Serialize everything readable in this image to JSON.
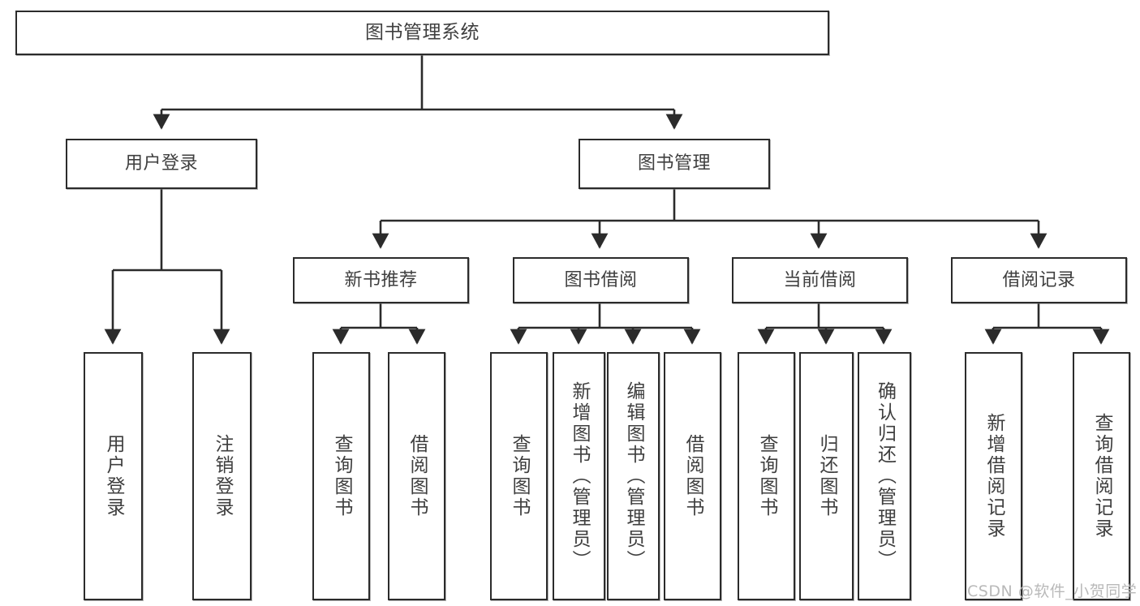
{
  "diagram": {
    "title": "图书管理系统",
    "type": "tree-hierarchy-chart",
    "watermark": "CSDN @软件_小贺同学",
    "colors": {
      "border": "#2b2b2b",
      "text": "#3f3f3f",
      "background": "#ffffff",
      "watermark": "#b9b9b9"
    }
  },
  "nodes": {
    "root": {
      "label": "图书管理系统"
    },
    "level2": [
      {
        "id": "user-login",
        "label": "用户登录"
      },
      {
        "id": "book-management",
        "label": "图书管理"
      }
    ],
    "level3": [
      {
        "id": "new-book-recommend",
        "label": "新书推荐"
      },
      {
        "id": "book-borrow",
        "label": "图书借阅"
      },
      {
        "id": "current-borrow",
        "label": "当前借阅"
      },
      {
        "id": "borrow-record",
        "label": "借阅记录"
      }
    ],
    "leaves": {
      "user-login": [
        {
          "id": "leaf-user-login",
          "label": "用户登录"
        },
        {
          "id": "leaf-user-logout",
          "label": "注销登录"
        }
      ],
      "new-book-recommend": [
        {
          "id": "leaf-query-book-1",
          "label": "查询图书"
        },
        {
          "id": "leaf-borrow-book-1",
          "label": "借阅图书"
        }
      ],
      "book-borrow": [
        {
          "id": "leaf-query-book-2",
          "label": "查询图书"
        },
        {
          "id": "leaf-add-book",
          "label": "新增图书（管理员）"
        },
        {
          "id": "leaf-edit-book",
          "label": "编辑图书（管理员）"
        },
        {
          "id": "leaf-borrow-book-2",
          "label": "借阅图书"
        }
      ],
      "current-borrow": [
        {
          "id": "leaf-query-book-3",
          "label": "查询图书"
        },
        {
          "id": "leaf-return-book",
          "label": "归还图书"
        },
        {
          "id": "leaf-confirm-return",
          "label": "确认归还（管理员）"
        }
      ],
      "borrow-record": [
        {
          "id": "leaf-add-record",
          "label": "新增借阅记录"
        },
        {
          "id": "leaf-query-record",
          "label": "查询借阅记录"
        }
      ]
    }
  }
}
